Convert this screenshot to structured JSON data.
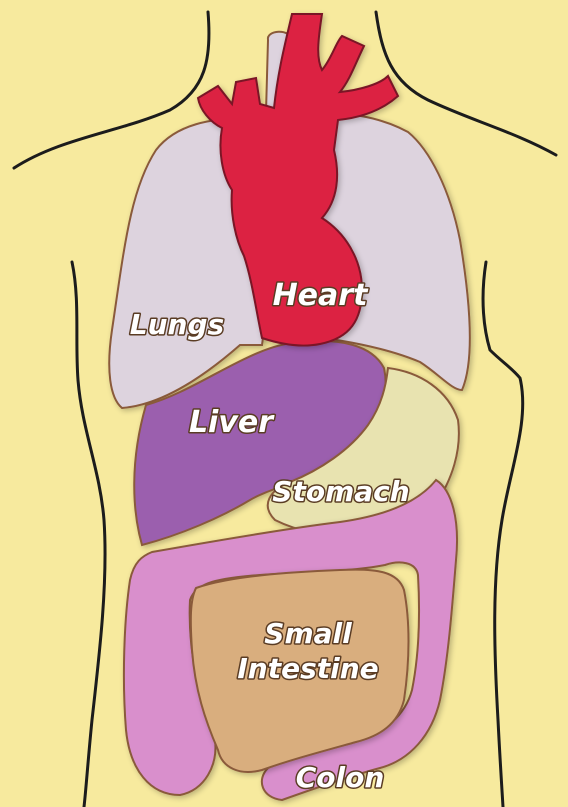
{
  "labels": {
    "heart": "Heart",
    "lungs": "Lungs",
    "liver": "Liver",
    "stomach": "Stomach",
    "small_intestine_line1": "Small",
    "small_intestine_line2": "Intestine",
    "colon": "Colon"
  },
  "colors": {
    "background": "#f7ea9e",
    "heart": "#dc2042",
    "lungs": "#ddd3de",
    "liver": "#9b5fae",
    "stomach": "#e8e3b0",
    "small_intestine": "#d9ae7e",
    "colon": "#d98fcc",
    "outline": "#8a5a3a"
  }
}
